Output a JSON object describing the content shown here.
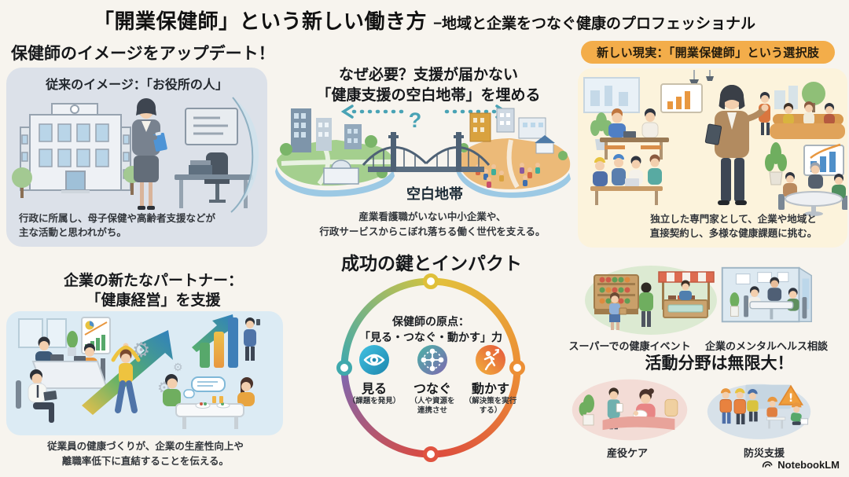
{
  "header": {
    "title": "「開業保健師」という新しい働き方",
    "subtitle": "−地域と企業をつなぐ健康のプロフェッショナル"
  },
  "sections": {
    "image_update": {
      "heading": "保健師のイメージをアップデート！",
      "panel_label": "従来のイメージ：「お役所の人」",
      "caption": "行政に所属し、母子保健や高齢者支援などが\n主な活動と思われがち。"
    },
    "gap": {
      "heading": "なぜ必要？支援が届かない\n「健康支援の空白地帯」を埋める",
      "question_mark": "?",
      "bridge_label": "空白地帯",
      "caption": "産業看護職がいない中小企業や、\n行政サービスからこぼれ落ちる働く世代を支える。"
    },
    "new_reality": {
      "badge": "新しい現実：「開業保健師」という選択肢",
      "caption": "独立した専門家として、企業や地域と\n直接契約し、多様な健康課題に挑む。"
    },
    "partner": {
      "heading": "企業の新たなパートナー：\n「健康経営」を支援",
      "caption": "従業員の健康づくりが、企業の生産性向上や\n離職率低下に直結することを伝える。"
    },
    "success": {
      "heading": "成功の鍵とインパクト",
      "core_label": "保健師の原点：\n「見る・つなぐ・動かす」力",
      "items": [
        {
          "icon": "eye-icon",
          "label": "見る",
          "desc": "（課題を発見）"
        },
        {
          "icon": "network-icon",
          "label": "つなぐ",
          "desc": "（人や資源を\n連携させ"
        },
        {
          "icon": "runner-icon",
          "label": "動かす",
          "desc": "（解決策を実行\nする）"
        }
      ]
    },
    "fields": {
      "heading": "活動分野は無限大！",
      "items": [
        {
          "label": "スーパーでの健康イベント"
        },
        {
          "label": "企業のメンタルヘルス相談"
        },
        {
          "label": "産役ケア"
        },
        {
          "label": "防災支援"
        }
      ]
    }
  },
  "footer": {
    "brand": "NotebookLM"
  },
  "colors": {
    "background": "#f7f4ee",
    "panel_gray_blue": "#dce1e9",
    "panel_cream": "#fcf3dc",
    "panel_light_blue": "#dcebf4",
    "badge_bg": "#f3ad4a",
    "accent_teal": "#49a3b5",
    "ring_yellow": "#e2c23c",
    "ring_orange": "#ec8f35",
    "ring_red": "#dc4a3e",
    "ring_purple": "#7e68b0",
    "ring_teal": "#3fa9ad",
    "skill_see_blue": "#2fa8cf",
    "skill_connect_teal_purple": "#58a89f",
    "skill_move_orange": "#ee8a3a"
  }
}
